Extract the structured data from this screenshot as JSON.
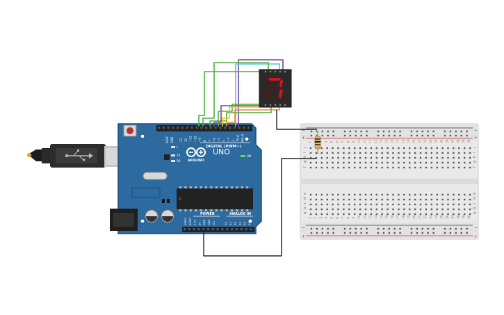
{
  "board": {
    "brand": "ARDUINO",
    "model": "UNO",
    "digital_label": "DIGITAL (PWM~)",
    "power_label": "POWER",
    "analog_label": "ANALOG IN",
    "on_label": "ON",
    "tx_label": "TX",
    "rx_label": "RX",
    "l_label": "L",
    "aref_label": "AREF",
    "gnd_label": "GND",
    "digital_pins": [
      "13",
      "12",
      "~11",
      "~10",
      "~9",
      "8",
      "7",
      "~6",
      "~5",
      "4",
      "~3",
      "2",
      "TX➔1",
      "RX←0"
    ],
    "power_pins": [
      "IOREF",
      "RESET",
      "3.3V",
      "5V",
      "GND",
      "GND",
      "Vin"
    ],
    "analog_pins": [
      "A0",
      "A1",
      "A2",
      "A3",
      "A4",
      "A5"
    ]
  },
  "breadboard": {
    "rows_top": [
      "j",
      "i",
      "h",
      "g",
      "f"
    ],
    "rows_bottom": [
      "e",
      "d",
      "c",
      "b",
      "a"
    ],
    "columns": [
      "1",
      "2",
      "3",
      "4",
      "5",
      "6",
      "7",
      "8",
      "9",
      "10",
      "11",
      "12",
      "13",
      "14",
      "15",
      "16",
      "17",
      "18",
      "19",
      "20",
      "21",
      "22",
      "23",
      "24",
      "25",
      "26",
      "27",
      "28",
      "29",
      "30"
    ],
    "plus": "+",
    "minus": "−"
  },
  "display": {
    "digit": "7"
  },
  "colors": {
    "board": "#2c6aa0",
    "board_edge": "#1d4f7a",
    "header": "#222222",
    "wire_green": "#4caf3c",
    "wire_purple": "#7a3fa0",
    "wire_cyan": "#4ec3d6",
    "wire_yellow": "#e8c21e",
    "wire_orange": "#f08a1c",
    "wire_black": "#222222",
    "segment_on": "#d6141c",
    "segment_off": "#5a1416",
    "rail_red": "#d43030",
    "breadboard": "#e9e9e9"
  }
}
